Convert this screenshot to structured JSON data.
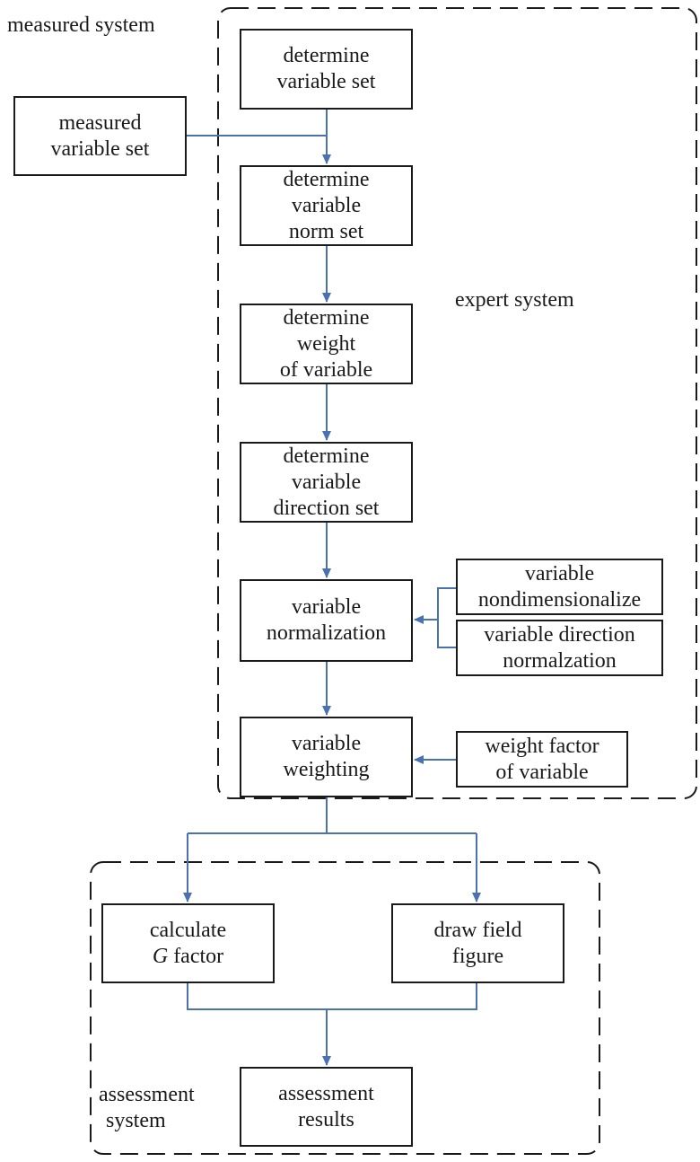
{
  "colors": {
    "connector": "#4a72b0",
    "box_border": "#1a1a1a",
    "dashed_border": "#1a1a1a",
    "text": "#1a1a1a"
  },
  "groups": {
    "measured_system": "measured system",
    "expert_system": "expert system",
    "assessment_system": [
      "assessment",
      "system"
    ]
  },
  "boxes": {
    "measured_variable_set": [
      "measured",
      "variable set"
    ],
    "determine_variable_set": [
      "determine",
      "variable set"
    ],
    "determine_variable_norm_set": [
      "determine",
      "variable",
      "norm set"
    ],
    "determine_weight_of_variable": [
      "determine",
      "weight",
      "of variable"
    ],
    "determine_variable_direction_set": [
      "determine",
      "variable",
      "direction set"
    ],
    "variable_normalization": [
      "variable",
      "normalization"
    ],
    "variable_nondimensionalize": [
      "variable",
      "nondimensionalize"
    ],
    "variable_direction_normalzation": [
      "variable direction",
      "normalzation"
    ],
    "variable_weighting": [
      "variable",
      "weighting"
    ],
    "weight_factor_of_variable": [
      "weight factor",
      "of variable"
    ],
    "calculate_g_factor": {
      "line1": "calculate",
      "symbol": "G",
      "rest": " factor"
    },
    "draw_field_figure": [
      "draw field",
      "figure"
    ],
    "assessment_results": [
      "assessment",
      "results"
    ]
  }
}
